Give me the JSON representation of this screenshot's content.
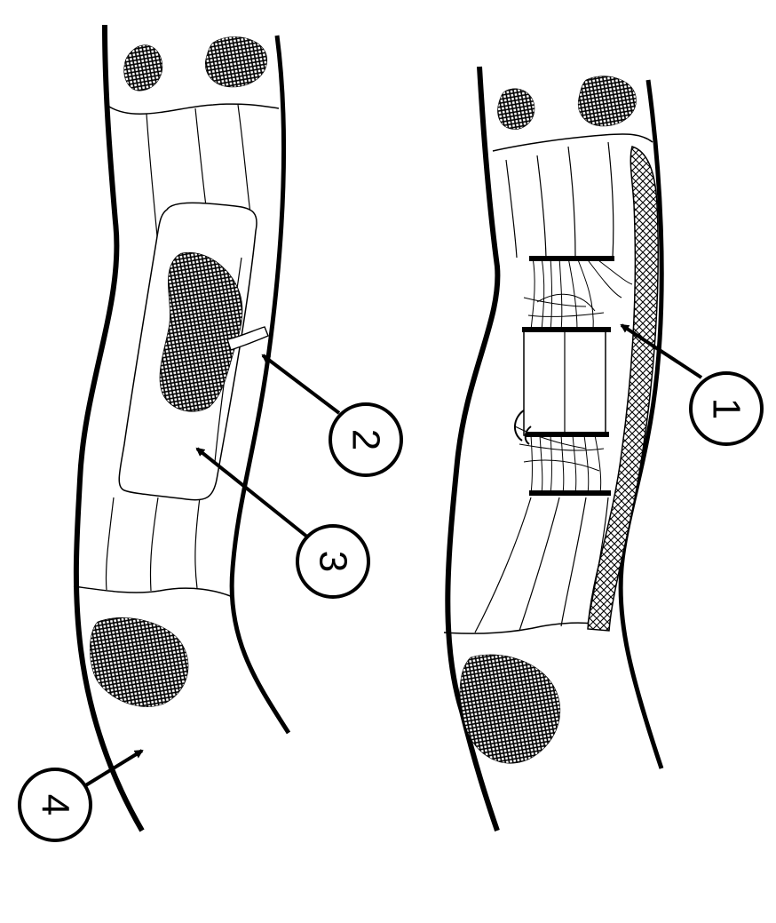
{
  "colors": {
    "line": "#000000",
    "background": "#ffffff",
    "hatch": "#000000"
  },
  "callouts": [
    {
      "id": "1",
      "label": "1",
      "icon": "callout-circle"
    },
    {
      "id": "2",
      "label": "2",
      "icon": "callout-circle"
    },
    {
      "id": "3",
      "label": "3",
      "icon": "callout-circle"
    },
    {
      "id": "4",
      "label": "4",
      "icon": "callout-circle"
    }
  ]
}
